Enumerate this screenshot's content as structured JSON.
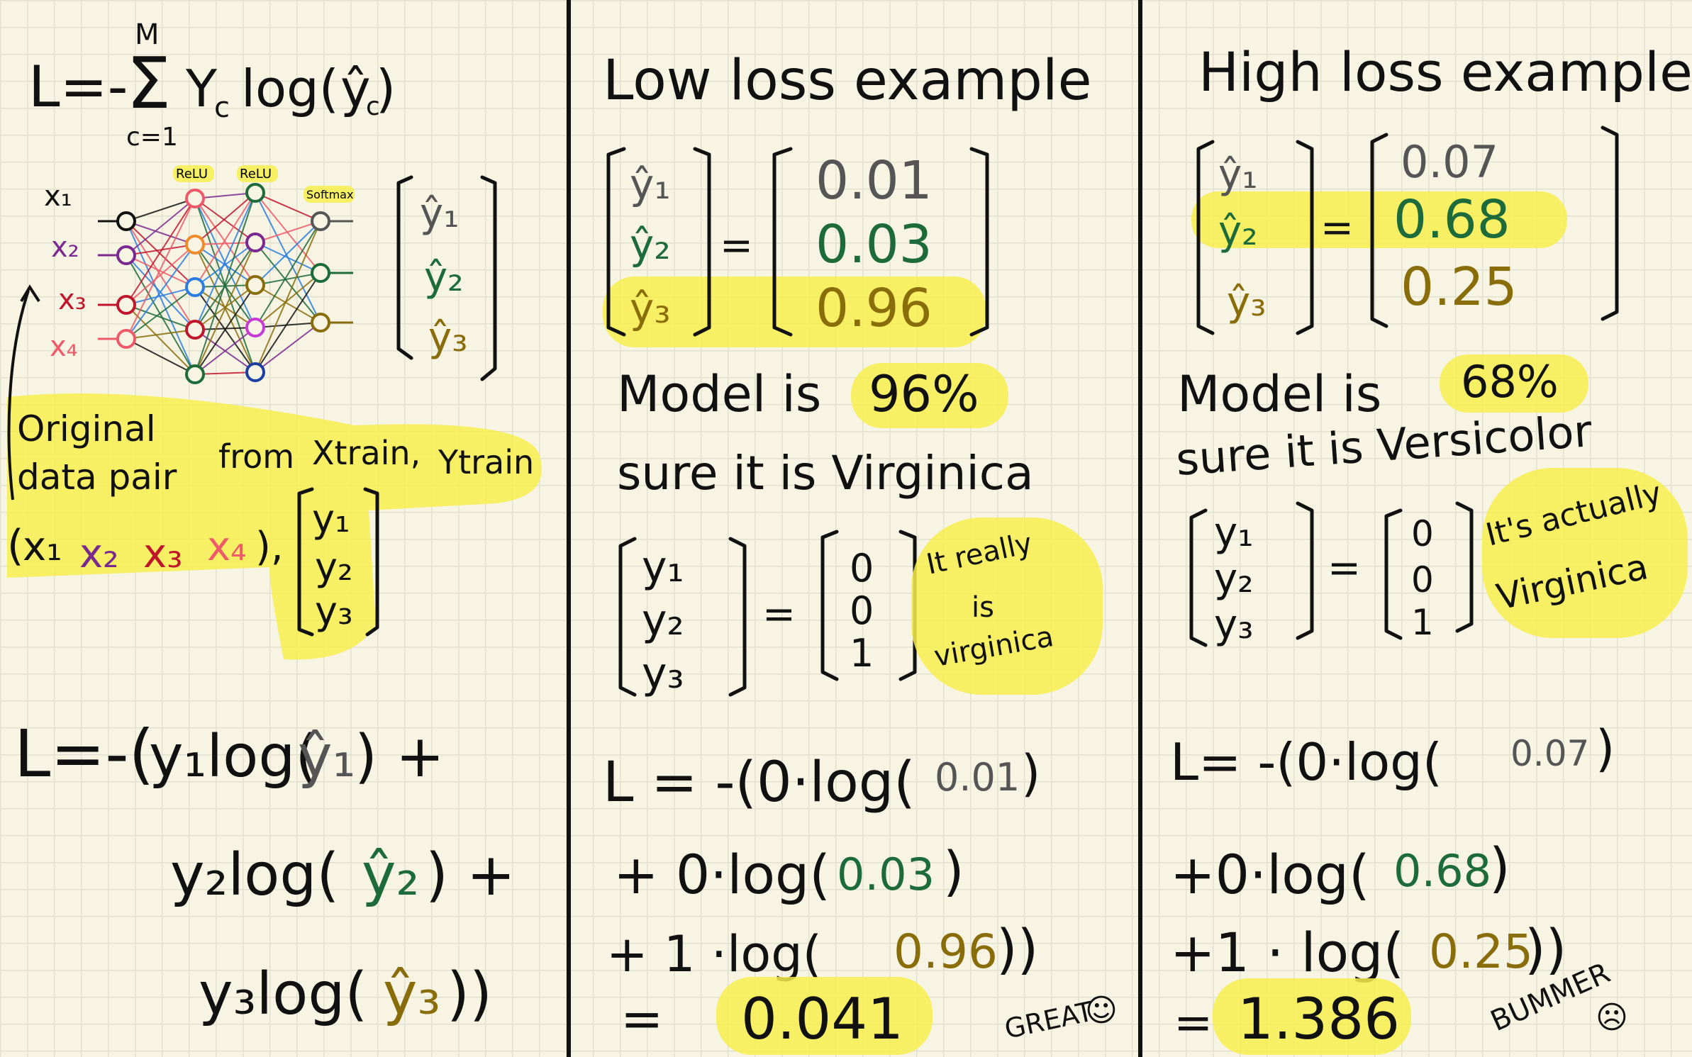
{
  "colors": {
    "ink": "#111111",
    "highlight": "#f7ef4e",
    "y1": "#555555",
    "y2": "#1d6b3a",
    "y3": "#8a6d0b",
    "x1": "#111111",
    "x2": "#7a2a8f",
    "x3": "#c0162c",
    "x4": "#ef5a6a"
  },
  "panel1": {
    "formula": {
      "lhs": "L=-",
      "sum_top": "M",
      "sum_bottom": "c=1",
      "body": "Y",
      "sub": "c",
      "log": "log(",
      "hat_y": "ŷ",
      "hat_sub": "c",
      "close": ")"
    },
    "network": {
      "layer_labels": [
        "ReLU",
        "ReLU",
        "Softmax"
      ],
      "inputs": [
        "x₁",
        "x₂",
        "x₃",
        "x₄"
      ]
    },
    "output_vector": [
      "ŷ₁",
      "ŷ₂",
      "ŷ₃"
    ],
    "note_line1": "Original",
    "note_line2": "data pair",
    "note_from": "from",
    "note_xtrain": "Xtrain,",
    "note_ytrain": "Ytrain",
    "tuple_open": "(",
    "tuple": [
      "x₁",
      "x₂",
      "x₃",
      "x₄"
    ],
    "tuple_close": "),",
    "label_vector": [
      "y₁",
      "y₂",
      "y₃"
    ],
    "expanded": {
      "line1_prefix": "L=-(",
      "line1_y": "y₁log(",
      "line1_hat": "ŷ₁",
      "line1_suffix": ")  +",
      "line2_y": "y₂log(",
      "line2_hat": "ŷ₂",
      "line2_suffix": ")  +",
      "line3_y": "y₃log(",
      "line3_hat": "ŷ₃",
      "line3_suffix": "))"
    }
  },
  "panel2": {
    "title": "Low loss example",
    "pred_labels": [
      "ŷ₁",
      "ŷ₂",
      "ŷ₃"
    ],
    "equals": "=",
    "pred_values": [
      "0.01",
      "0.03",
      "0.96"
    ],
    "model_text": "Model is",
    "model_pct": "96%",
    "model_sure": "sure it is Virginica",
    "true_labels": [
      "y₁",
      "y₂",
      "y₃"
    ],
    "true_values": [
      "0",
      "0",
      "1"
    ],
    "note": [
      "It really",
      "is",
      "virginica"
    ],
    "loss_line1": "L = -(0·log(",
    "loss_line1_val": "0.01",
    "loss_line1_end": ")",
    "loss_line2": "+ 0·log(",
    "loss_line2_val": "0.03",
    "loss_line2_end": ")",
    "loss_line3": "+   1 ·log(",
    "loss_line3_val": "0.96",
    "loss_line3_end": "))",
    "result_eq": "=",
    "result": "0.041",
    "reaction": "GREAT",
    "reaction_face": "☺"
  },
  "panel3": {
    "title": "High loss example",
    "pred_labels": [
      "ŷ₁",
      "ŷ₂",
      "ŷ₃"
    ],
    "equals": "=",
    "pred_values": [
      "0.07",
      "0.68",
      "0.25"
    ],
    "model_text": "Model is",
    "model_pct": "68%",
    "model_sure": "sure it is Versicolor",
    "true_labels": [
      "y₁",
      "y₂",
      "y₃"
    ],
    "true_values": [
      "0",
      "0",
      "1"
    ],
    "note": [
      "It's actually",
      "Virginica"
    ],
    "loss_line1": "L= -(0·log(",
    "loss_line1_val": "0.07",
    "loss_line1_end": ")",
    "loss_line2": "+0·log(",
    "loss_line2_val": "0.68",
    "loss_line2_end": ")",
    "loss_line3": "+1 · log(",
    "loss_line3_val": "0.25",
    "loss_line3_end": "))",
    "result_eq": "=",
    "result": "1.386",
    "reaction": "BUMMER",
    "reaction_face": "☹"
  }
}
